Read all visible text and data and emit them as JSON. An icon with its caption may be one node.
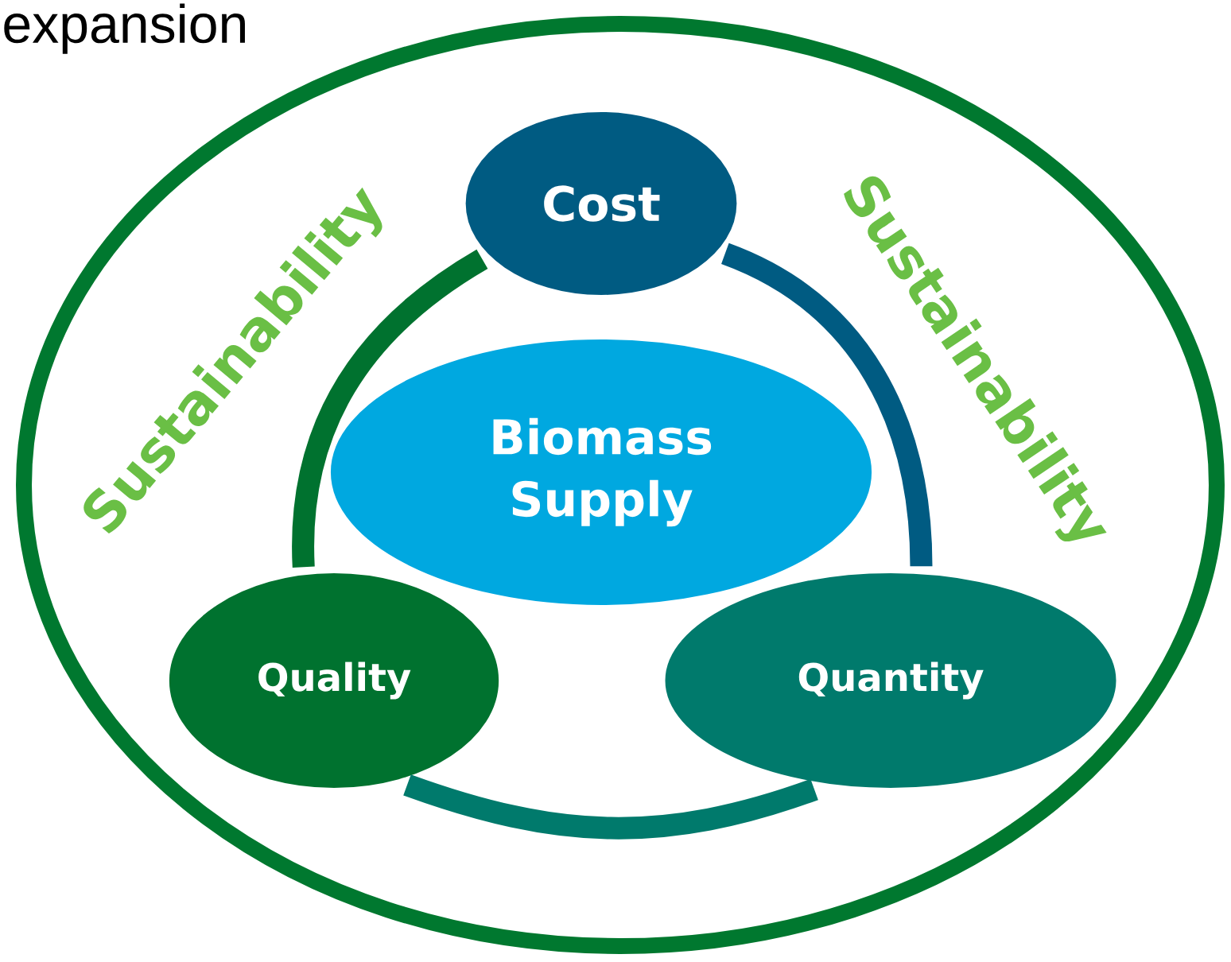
{
  "diagram": {
    "nodes": [
      {
        "text": [
          "Sustainability",
          "Sustainability"
        ]
      },
      {
        "text": [
          "Cost"
        ],
        "in": 0
      },
      {
        "text": [
          "Biomass Supply"
        ],
        "in": 0
      },
      {
        "text": [
          "Quality"
        ],
        "in": 0
      },
      {
        "text": [
          "Quantity"
        ],
        "in": 0
      }
    ],
    "edges": [
      {
        "from": 1,
        "to": 4,
        "arrow": "none",
        "color": "#005b82"
      },
      {
        "from": 4,
        "to": 3,
        "arrow": "none",
        "color": "#007a6c"
      },
      {
        "from": 3,
        "to": 1,
        "arrow": "none",
        "color": "#00722f"
      }
    ],
    "labels": [
      "expansion"
    ]
  }
}
